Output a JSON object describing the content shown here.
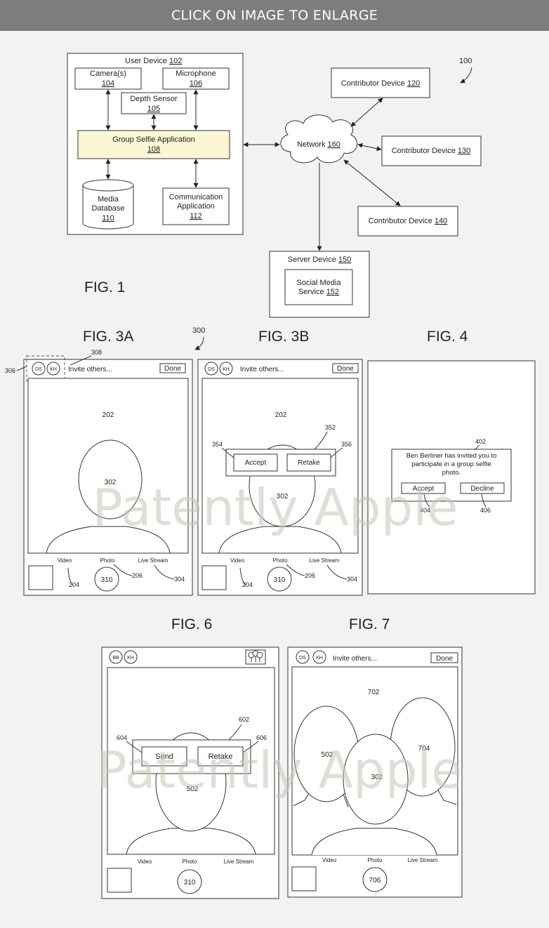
{
  "header": {
    "banner": "CLICK ON IMAGE TO ENLARGE"
  },
  "watermark": {
    "text": "Patently Apple"
  },
  "fig1": {
    "label": "FIG. 1",
    "ref": "100",
    "user_device": {
      "name": "User Device",
      "num": "102"
    },
    "camera": {
      "name": "Camera(s)",
      "num": "104"
    },
    "microphone": {
      "name": "Microphone",
      "num": "106"
    },
    "depth_sensor": {
      "name": "Depth Sensor",
      "num": "105"
    },
    "group_selfie_app": {
      "name": "Group Selfie Application",
      "num": "108"
    },
    "media_db": {
      "line1": "Media",
      "line2": "Database",
      "num": "110"
    },
    "comm_app": {
      "line1": "Communication",
      "line2": "Application",
      "num": "112"
    },
    "network": {
      "name": "Network",
      "num": "160"
    },
    "contrib_120": {
      "name": "Contributor Device",
      "num": "120"
    },
    "contrib_130": {
      "name": "Contributor Device",
      "num": "130"
    },
    "contrib_140": {
      "name": "Contributor Device",
      "num": "140"
    },
    "server": {
      "name": "Server Device",
      "num": "150"
    },
    "social": {
      "line1": "Social Media",
      "line2": "Service",
      "num": "152"
    },
    "colors": {
      "app_fill": "#fbf6d3"
    }
  },
  "fig3a": {
    "label": "FIG. 3A",
    "ref": "300",
    "avatar1": "DS",
    "avatar2": "KH",
    "invite": "Invite others...",
    "done": "Done",
    "callout_306": "306",
    "callout_308": "308",
    "view": "202",
    "face": "302",
    "mode_video": "Video",
    "mode_photo": "Photo",
    "mode_live": "Live Stream",
    "n204": "204",
    "n206": "206",
    "n304": "304",
    "shutter": "310"
  },
  "fig3b": {
    "label": "FIG. 3B",
    "avatar1": "DS",
    "avatar2": "KH",
    "invite": "Invite others...",
    "done": "Done",
    "view": "202",
    "face": "302",
    "n352": "352",
    "n354": "354",
    "n356": "356",
    "accept": "Accept",
    "retake": "Retake",
    "mode_video": "Video",
    "mode_photo": "Photo",
    "mode_live": "Live Stream",
    "n204": "204",
    "n206": "206",
    "n304": "304",
    "shutter": "310"
  },
  "fig4": {
    "label": "FIG. 4",
    "n402": "402",
    "msg1": "Ben Berliner has invited you to",
    "msg2": "participate in a group selfie",
    "msg3": "photo.",
    "accept": "Accept",
    "decline": "Decline",
    "n404": "404",
    "n406": "406"
  },
  "fig6": {
    "label": "FIG. 6",
    "avatar1": "BB",
    "avatar2": "KH",
    "n602": "602",
    "n604": "604",
    "n606": "606",
    "send": "Send",
    "retake": "Retake",
    "face": "502",
    "mode_video": "Video",
    "mode_photo": "Photo",
    "mode_live": "Live Stream",
    "shutter": "310"
  },
  "fig7": {
    "label": "FIG. 7",
    "avatar1": "DS",
    "avatar2": "KH",
    "invite": "Invite others...",
    "done": "Done",
    "view": "702",
    "face_left": "502",
    "face_center": "302",
    "face_right": "704",
    "mode_video": "Video",
    "mode_photo": "Photo",
    "mode_live": "Live Stream",
    "shutter": "706"
  }
}
